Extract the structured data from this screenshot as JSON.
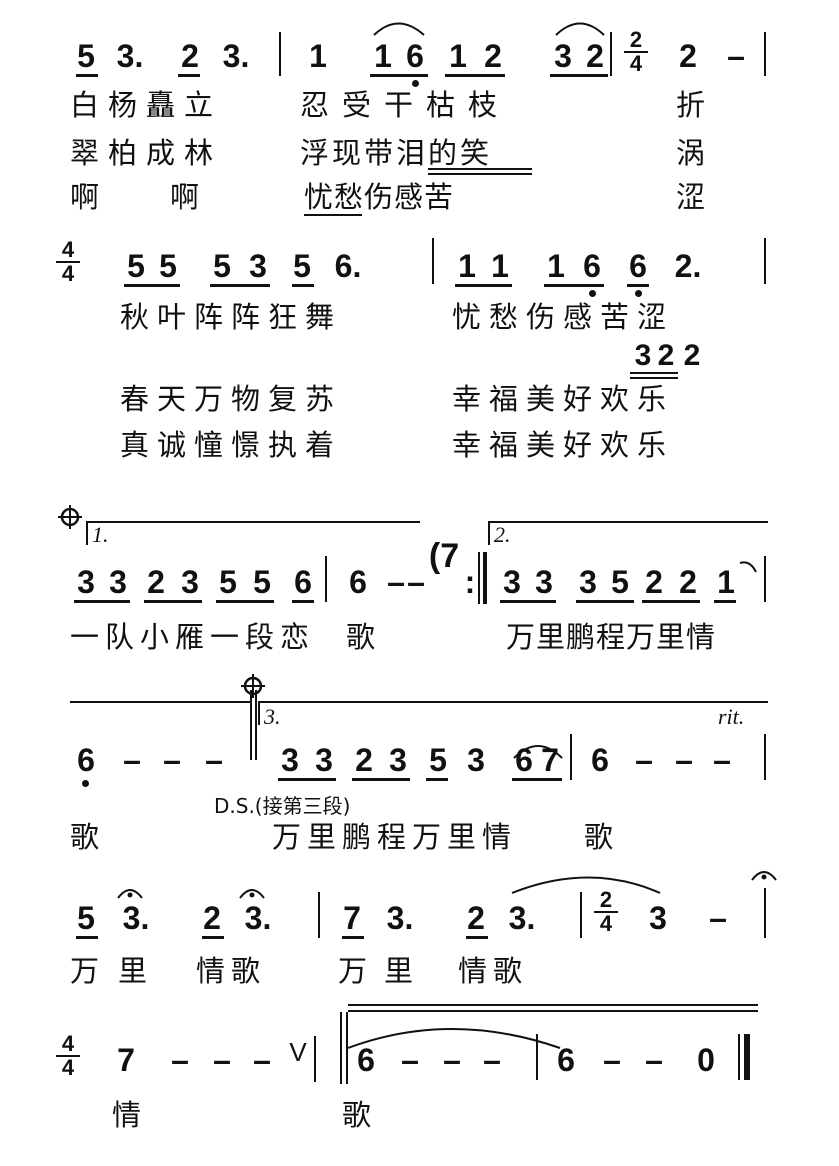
{
  "score": {
    "l1": {
      "m1": [
        "5",
        "3.",
        "2",
        "3."
      ],
      "m2": [
        "1",
        "1",
        "6",
        "1",
        "2",
        "3",
        "2"
      ],
      "ts_top": "2",
      "ts_bot": "4",
      "m3": [
        "2",
        "–"
      ],
      "lyric_a": [
        "白杨矗立",
        "忍受干枯枝",
        "折"
      ],
      "lyric_b": [
        "翠柏成林",
        "浮现带泪的笑",
        "涡"
      ],
      "lyric_c": [
        "啊",
        "啊",
        "忧愁伤感苦",
        "涩"
      ]
    },
    "l2": {
      "ts_top": "4",
      "ts_bot": "4",
      "m1": [
        "5",
        "5",
        "5",
        "3",
        "5",
        "6."
      ],
      "m2": [
        "1",
        "1",
        "1",
        "6",
        "6",
        "2."
      ],
      "lyric_a": [
        "秋叶阵阵狂舞",
        "忧愁伤感苦涩"
      ],
      "ossia": [
        "3",
        "2",
        "2"
      ],
      "lyric_b": [
        "春天万物复苏",
        "幸福美好欢乐"
      ],
      "lyric_c": [
        "真诚憧憬执着",
        "幸福美好欢乐"
      ]
    },
    "l3": {
      "volta1": "1.",
      "volta2": "2.",
      "m1": [
        "3",
        "3",
        "2",
        "3",
        "5",
        "5",
        "6"
      ],
      "m2": [
        "6",
        "–",
        "–",
        "(7",
        ":"
      ],
      "m3": [
        "3",
        "3",
        "3",
        "5",
        "2",
        "2",
        "1"
      ],
      "lyric": [
        "一队小雁一段恋",
        "歌",
        "万里鹏程万里情"
      ]
    },
    "l4": {
      "m1": [
        "6",
        "–",
        "–",
        "–"
      ],
      "volta3": "3.",
      "m2": [
        "3",
        "3",
        "2",
        "3",
        "5",
        "3",
        "6",
        "7"
      ],
      "m3": [
        "6",
        "–",
        "–",
        "–"
      ],
      "rit": "rit.",
      "ds": "D.S.(接第三段)",
      "lyric": [
        "歌",
        "万里鹏程万里情",
        "歌"
      ]
    },
    "l5": {
      "m1": [
        "5",
        "3.",
        "2",
        "3."
      ],
      "m2": [
        "7",
        "3.",
        "2",
        "3."
      ],
      "ts_top": "2",
      "ts_bot": "4",
      "m3": [
        "3",
        "–"
      ],
      "lyric": [
        "万",
        "里",
        "情歌",
        "万",
        "里",
        "情歌"
      ]
    },
    "l6": {
      "ts_top": "4",
      "ts_bot": "4",
      "m1": [
        "7",
        "–",
        "–",
        "–",
        "V"
      ],
      "m2": [
        "6",
        "–",
        "–",
        "–"
      ],
      "m3": [
        "6",
        "–",
        "–",
        "0"
      ],
      "lyric": [
        "情",
        "歌"
      ]
    }
  }
}
